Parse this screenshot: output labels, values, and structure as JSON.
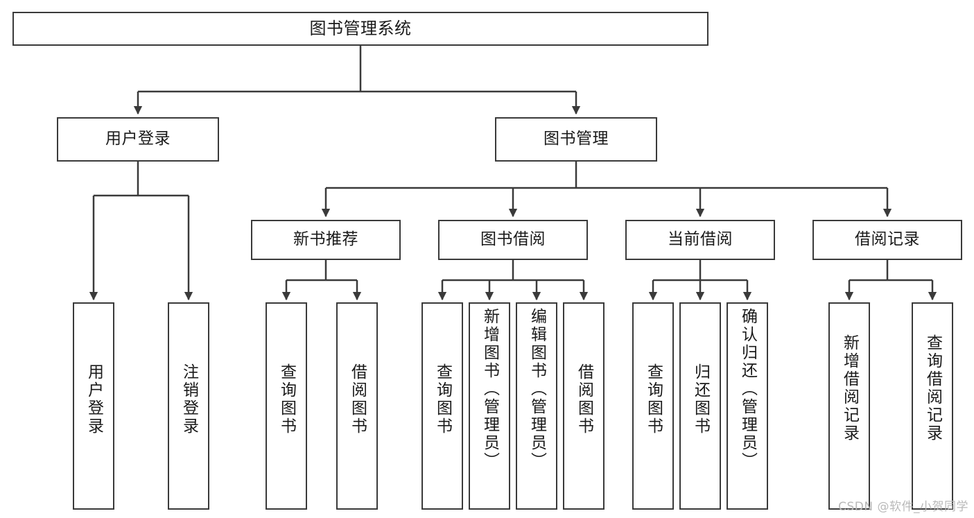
{
  "diagram": {
    "title": "图书管理系统",
    "type": "tree",
    "orientation": "top-down",
    "colors": {
      "box_border": "#3a3a3a",
      "box_fill": "#ffffff",
      "connector": "#3a3a3a",
      "text": "#1a1a1a",
      "watermark": "#b9b9b9",
      "background": "#ffffff"
    },
    "levels": {
      "level0": [
        {
          "id": "root",
          "label": "图书管理系统"
        }
      ],
      "level1": [
        {
          "id": "user-login",
          "label": "用户登录",
          "parent": "root"
        },
        {
          "id": "book-management",
          "label": "图书管理",
          "parent": "root"
        }
      ],
      "level2": [
        {
          "id": "new-book-recommend",
          "label": "新书推荐",
          "parent": "book-management"
        },
        {
          "id": "book-borrow",
          "label": "图书借阅",
          "parent": "book-management"
        },
        {
          "id": "current-borrow",
          "label": "当前借阅",
          "parent": "book-management"
        },
        {
          "id": "borrow-record",
          "label": "借阅记录",
          "parent": "book-management"
        }
      ],
      "leaves": [
        {
          "id": "leaf-user-login",
          "label": "用户登录",
          "parent": "user-login"
        },
        {
          "id": "leaf-logout",
          "label": "注销登录",
          "parent": "user-login"
        },
        {
          "id": "leaf-query-book-1",
          "label": "查询图书",
          "parent": "new-book-recommend"
        },
        {
          "id": "leaf-borrow-book-1",
          "label": "借阅图书",
          "parent": "new-book-recommend"
        },
        {
          "id": "leaf-query-book-2",
          "label": "查询图书",
          "parent": "book-borrow"
        },
        {
          "id": "leaf-add-book",
          "label": "新增图书（管理员）",
          "parent": "book-borrow"
        },
        {
          "id": "leaf-edit-book",
          "label": "编辑图书（管理员）",
          "parent": "book-borrow"
        },
        {
          "id": "leaf-borrow-book-2",
          "label": "借阅图书",
          "parent": "book-borrow"
        },
        {
          "id": "leaf-query-book-3",
          "label": "查询图书",
          "parent": "current-borrow"
        },
        {
          "id": "leaf-return-book",
          "label": "归还图书",
          "parent": "current-borrow"
        },
        {
          "id": "leaf-confirm-return",
          "label": "确认归还（管理员）",
          "parent": "current-borrow"
        },
        {
          "id": "leaf-add-record",
          "label": "新增借阅记录",
          "parent": "borrow-record"
        },
        {
          "id": "leaf-query-record",
          "label": "查询借阅记录",
          "parent": "borrow-record"
        }
      ]
    }
  },
  "watermark": {
    "text": "CSDN @软件_小贺同学"
  }
}
